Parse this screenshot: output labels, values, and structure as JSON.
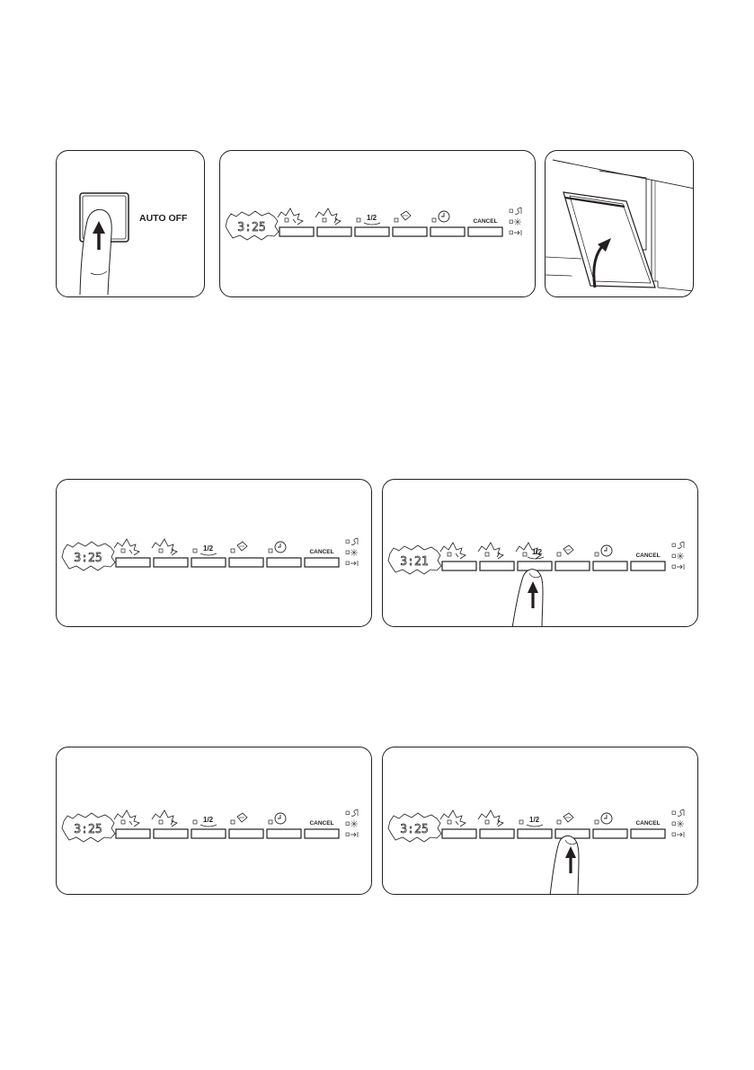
{
  "colors": {
    "ink": "#231f20",
    "background": "#ffffff"
  },
  "figure1": {
    "power_button_label": "AUTO OFF",
    "display_time": "3:25",
    "half_load_label": "1/2",
    "cancel_label": "CANCEL",
    "icons": [
      "press-arrow-icon",
      "finger-icon",
      "dishwasher-door-icon",
      "close-door-arrow-icon"
    ]
  },
  "figure2": {
    "display_time": "3:25",
    "half_load_label": "1/2",
    "cancel_label": "CANCEL"
  },
  "figure3": {
    "display_time": "3:21",
    "half_load_label": "1/2",
    "cancel_label": "CANCEL"
  },
  "figure4": {
    "display_time": "3:25",
    "half_load_label": "1/2",
    "cancel_label": "CANCEL"
  },
  "figure5": {
    "display_time": "3:25",
    "half_load_label": "1/2",
    "cancel_label": "CANCEL"
  },
  "side_indicators": [
    "salt-icon",
    "rinse-aid-icon",
    "end-icon"
  ]
}
